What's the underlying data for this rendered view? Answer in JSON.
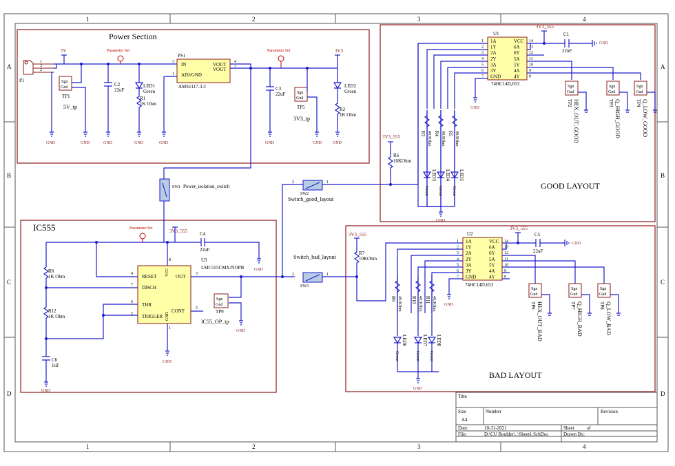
{
  "border": {
    "cols": [
      "1",
      "2",
      "3",
      "4"
    ],
    "rows": [
      "A",
      "B",
      "C",
      "D"
    ]
  },
  "sections": {
    "power": "Power Section",
    "ic555": "IC555",
    "good": "GOOD LAYOUT",
    "bad": "BAD LAYOUT"
  },
  "param_set": "Parameter Set",
  "gnd": "GND",
  "nets": {
    "v5": "5V",
    "v33": "3V3",
    "v33_555": "3V3_555"
  },
  "power": {
    "p1": "P1",
    "ps1": "PS1",
    "ps1_in": "IN",
    "ps1_adj": "ADJ/GND",
    "ps1_vout1": "VOUT",
    "ps1_vout2": "VOUT",
    "ps1_part": "AMS1117-3.3",
    "c2": "C2",
    "c2_val": "22uF",
    "led1": "LED1",
    "led1_col": "Green",
    "r1": "R1",
    "r1_val": "1K Ohm",
    "tp1": "TP1",
    "tp1_net": "5V_tp",
    "c3": "C3",
    "c3_val": "22uF",
    "tp5": "TP5",
    "tp5_net": "3V3_tp",
    "led2": "LED2",
    "led2_col": "Green",
    "r2": "R2",
    "r2_val": "1K Ohm"
  },
  "tp_text": {
    "sgn": "Sgn",
    "gnd": "Gnd"
  },
  "switches": {
    "sw1": "SW1",
    "sw1_label": "Power_isolation_switch",
    "sw2": "SW2",
    "sw2_label": "Switch_good_layout",
    "sw3": "SW3",
    "sw3_label": "Switch_bad_layout"
  },
  "ic555": {
    "u3": "U3",
    "part": "LMC555CMX/NOPB",
    "reset": "RESET",
    "disch": "DISCH",
    "thr": "THR",
    "trigger": "TRIGGER",
    "vcc": "VCC",
    "gnd": "GND",
    "out": "OUT",
    "cont": "CONT",
    "c4": "C4",
    "c4_val": "22uF",
    "r8": "R8",
    "r8_val": "1K Ohm",
    "r12": "R12",
    "r12_val": "1K Ohm",
    "c6": "C6",
    "c6_val": "1uF",
    "tp9": "TP9",
    "tp9_net": "IC55_OP_tp"
  },
  "good": {
    "u1": "U1",
    "part": "74HC14D,653",
    "pins_left": [
      "1A",
      "1Y",
      "2A",
      "2Y",
      "3A",
      "3Y",
      "GND"
    ],
    "pins_right": [
      "VCC",
      "6A",
      "6Y",
      "5A",
      "5Y",
      "4A",
      "4Y"
    ],
    "nums_left": [
      "1",
      "2",
      "3",
      "4",
      "5",
      "6",
      "7"
    ],
    "nums_right": [
      "14",
      "13",
      "12",
      "11",
      "10",
      "9",
      "8"
    ],
    "c1": "C1",
    "c1_val": "22uF",
    "r6": "R6",
    "r6_val": "10KOhm",
    "res": [
      {
        "ref": "R3",
        "val": "49.9Ohm"
      },
      {
        "ref": "R4",
        "val": "49.9Ohm"
      },
      {
        "ref": "R5",
        "val": "49.9Ohm"
      }
    ],
    "leds": [
      {
        "ref": "LED3",
        "col": "Green"
      },
      {
        "ref": "LED4",
        "col": "Green"
      },
      {
        "ref": "LED5",
        "col": "Green"
      }
    ],
    "tps": [
      {
        "ref": "TP2",
        "net": "HEX_OUT_GOOD"
      },
      {
        "ref": "TP3",
        "net": "Q_HIGH_GOOD"
      },
      {
        "ref": "TP4",
        "net": "Q_LOW_GOOD"
      }
    ]
  },
  "bad": {
    "u2": "U2",
    "part": "74HC14D,653",
    "c5": "C5",
    "c5_val": "22uF",
    "r7": "R7",
    "r7_val": "10KOhm",
    "res": [
      {
        "ref": "R9",
        "val": "49.9Ohm"
      },
      {
        "ref": "R10",
        "val": "49.9Ohm"
      },
      {
        "ref": "R11",
        "val": "49.9Ohm"
      }
    ],
    "leds": [
      {
        "ref": "LED6",
        "col": "Green"
      },
      {
        "ref": "LED7",
        "col": "Green"
      },
      {
        "ref": "LED8",
        "col": "Green"
      }
    ],
    "tps": [
      {
        "ref": "TP6",
        "net": "HEX_OUT_BAD"
      },
      {
        "ref": "TP7",
        "net": "Q_HIGH_BAD"
      },
      {
        "ref": "TP8",
        "net": "Q_LOW_BAD"
      }
    ]
  },
  "title_block": {
    "title": "Title",
    "size": "Size",
    "size_val": "A4",
    "number": "Number",
    "revision": "Revision",
    "date": "Date:",
    "date_val": "10-31-2021",
    "sheet": "Sheet",
    "of": "of",
    "file": "File:",
    "file_val": "D:\\CU Boulder\\..\\Sheet1.SchDoc",
    "drawn": "Drawn By:"
  }
}
